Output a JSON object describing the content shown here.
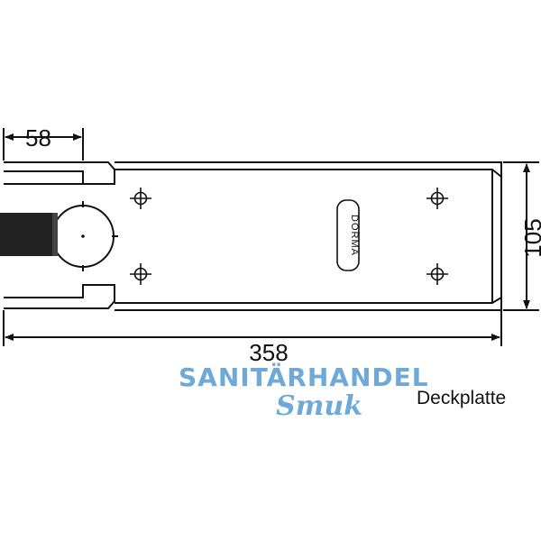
{
  "dimensions": {
    "width_top": "58",
    "length": "358",
    "height": "105"
  },
  "brand": "DORMA",
  "caption": "Deckplatte",
  "watermark": {
    "line1": "SANITÄRHANDEL",
    "line2": "Smuk"
  }
}
